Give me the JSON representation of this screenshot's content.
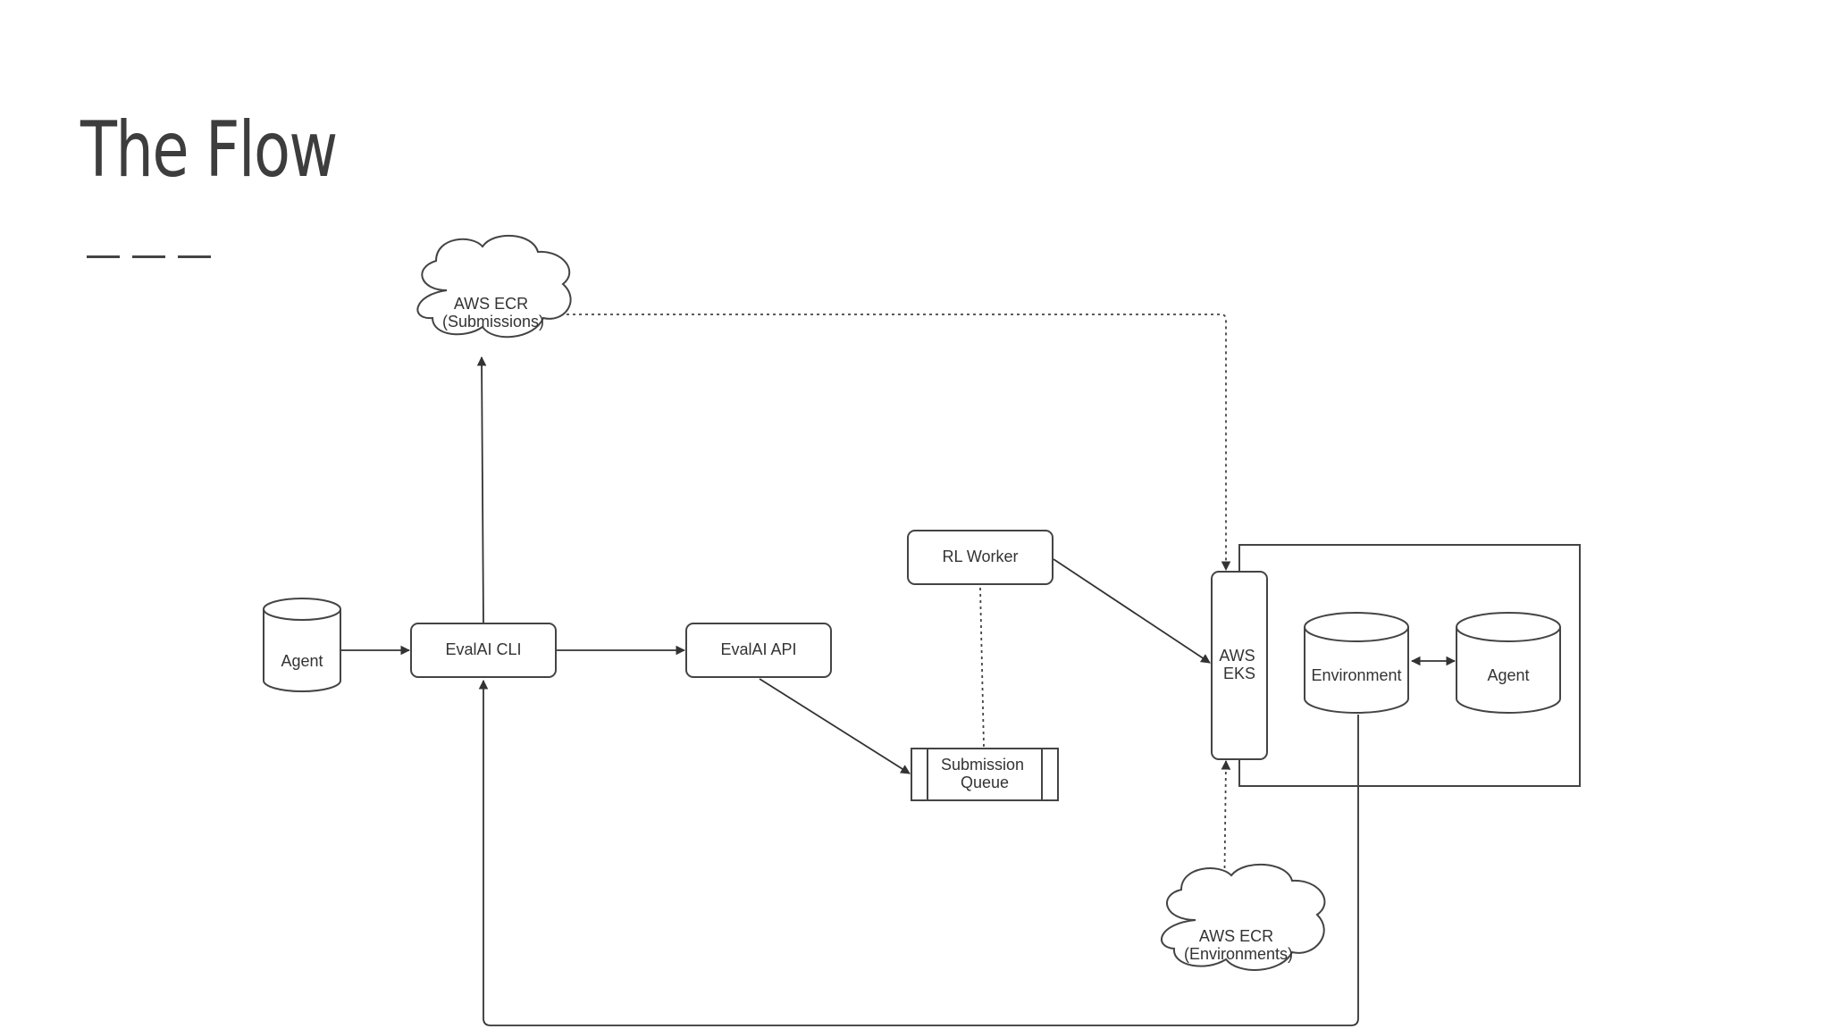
{
  "slide": {
    "title": "The Flow"
  },
  "diagram": {
    "nodes": {
      "agent_left": "Agent",
      "evalai_cli": "EvalAI CLI",
      "evalai_api": "EvalAI API",
      "rl_worker": "RL Worker",
      "submission_queue": [
        "Submission",
        "Queue"
      ],
      "aws_ecr_submissions": [
        "AWS ECR",
        "(Submissions)"
      ],
      "aws_eks": [
        "AWS",
        "EKS"
      ],
      "environment": "Environment",
      "agent_right": "Agent",
      "aws_ecr_environments": [
        "AWS ECR",
        "(Environments)"
      ]
    }
  }
}
